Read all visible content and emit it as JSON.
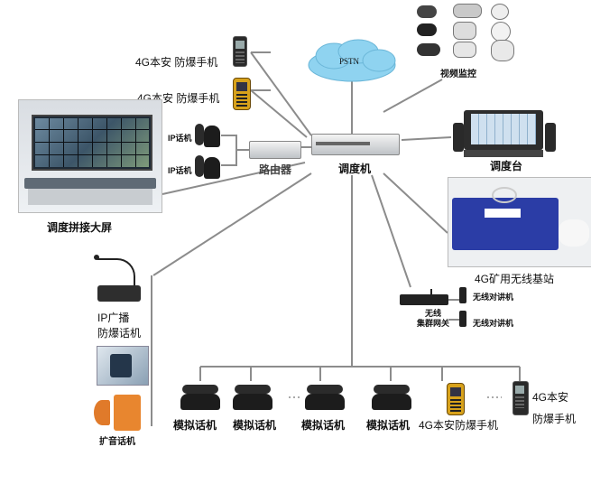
{
  "labels": {
    "phone_top1": "4G本安 防爆手机",
    "phone_top2": "4G本安 防爆手机",
    "pstn": "PSTN",
    "video": "视频监控",
    "ip_phone1": "IP话机",
    "ip_phone2": "IP话机",
    "router": "路由器",
    "dispatcher": "调度机",
    "console": "调度台",
    "wall": "调度拼接大屏",
    "base_station": "4G矿用无线基站",
    "gateway": "无线\n集群网关",
    "walkie1": "无线对讲机",
    "walkie2": "无线对讲机",
    "ip_broadcast": "IP广播\n防爆话机",
    "speaker_phone": "扩音话机",
    "analog1": "模拟话机",
    "analog2": "模拟话机",
    "analog3": "模拟话机",
    "analog4": "模拟话机",
    "phone_bottom1": "4G本安防爆手机",
    "phone_bottom2": "4G本安\n防爆手机"
  },
  "colors": {
    "wire": "#8c8c8c",
    "cloud": "#8fd3f0",
    "base_station": "#2b3da6"
  }
}
